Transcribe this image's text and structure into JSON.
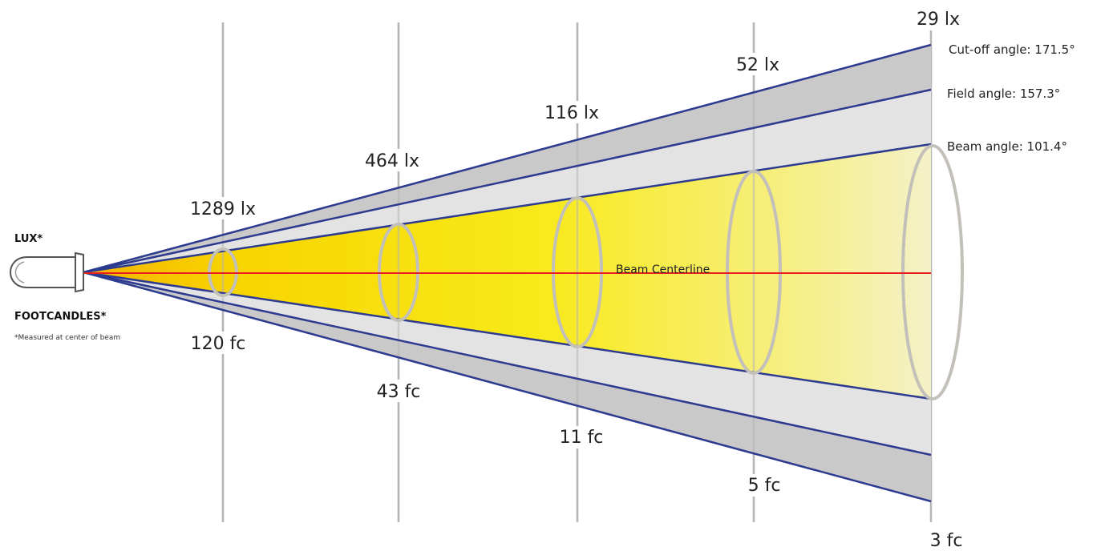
{
  "legend": {
    "lux_label": "LUX*",
    "footcandles_label": "FOOTCANDLES*",
    "note": "*Measured at center of beam"
  },
  "centerline_label": "Beam Centerline",
  "angles": {
    "cutoff": "Cut-off angle: 171.5°",
    "field": "Field angle: 157.3°",
    "beam": "Beam angle: 101.4°"
  },
  "stations": [
    {
      "lux": "1289 lx",
      "fc": "120 fc"
    },
    {
      "lux": "464 lx",
      "fc": "43 fc"
    },
    {
      "lux": "116 lx",
      "fc": "11 fc"
    },
    {
      "lux": "52 lx",
      "fc": "5 fc"
    },
    {
      "lux": "29 lx",
      "fc": "3 fc"
    }
  ],
  "colors": {
    "cutoff_fill": "#c9c9c9",
    "field_fill": "#e3e3e3",
    "beam_yellow": "#f7e21b",
    "beam_orange": "#f5b800",
    "edge_line": "#2c3a8f",
    "centerline": "#e8201f",
    "ring": "#c2c0b8",
    "station_line": "#b5b5b5"
  }
}
